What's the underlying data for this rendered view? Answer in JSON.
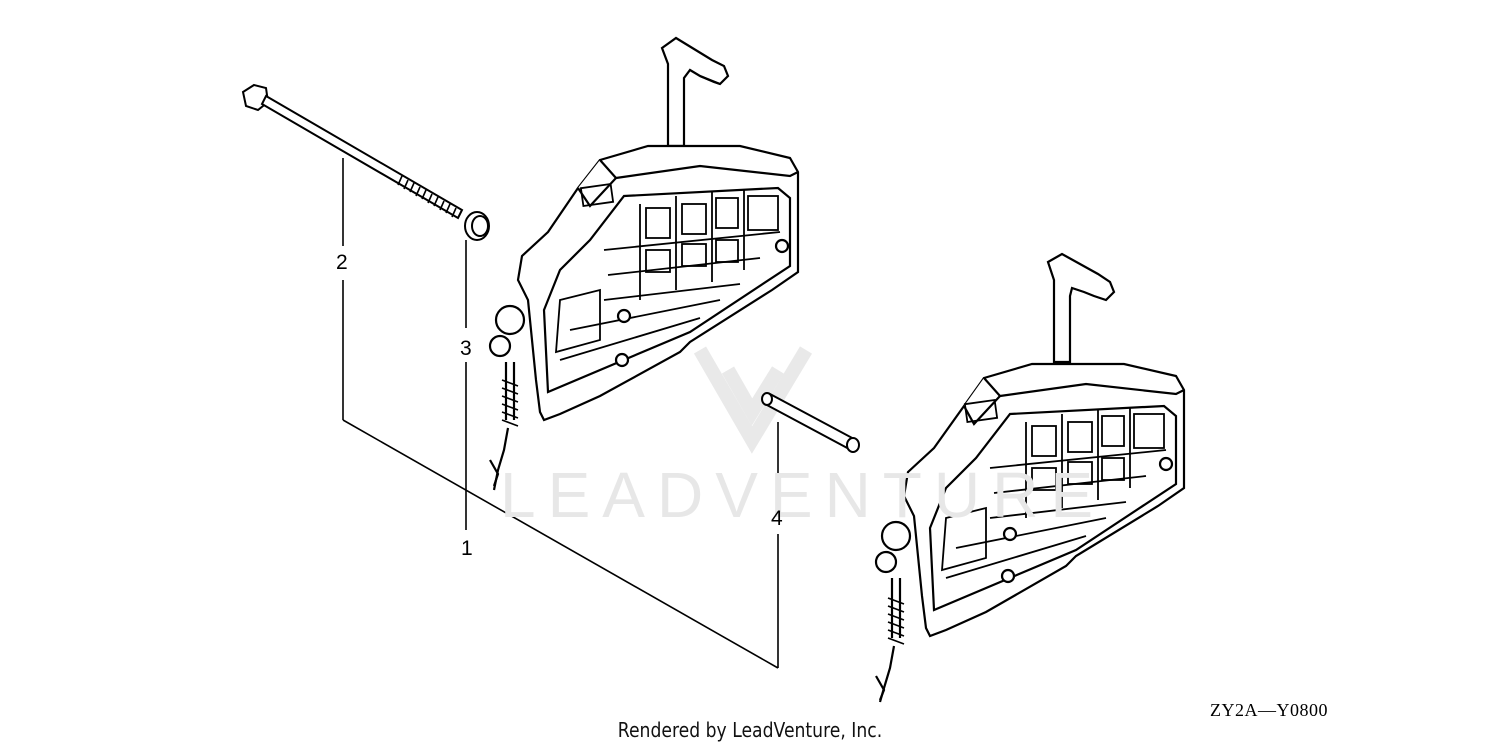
{
  "callouts": {
    "c1": "1",
    "c2": "2",
    "c3": "3",
    "c4": "4"
  },
  "diagram_code": "ZY2A—Y0800",
  "footer": "Rendered by LeadVenture, Inc.",
  "watermark": "LEADVENTURE",
  "colors": {
    "line": "#000000",
    "background": "#ffffff",
    "watermark": "#e7e7e7"
  }
}
